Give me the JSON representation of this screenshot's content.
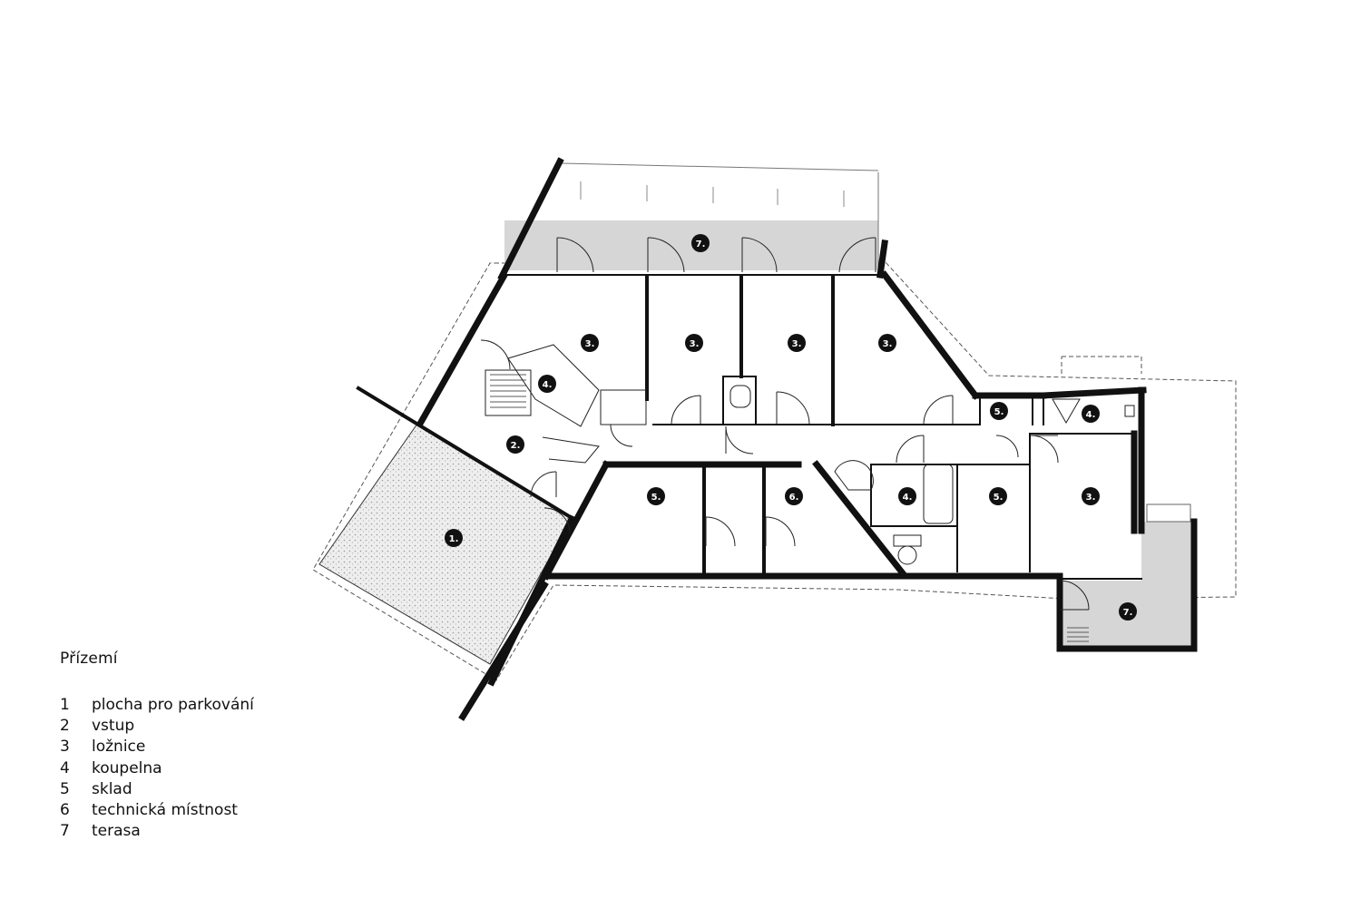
{
  "legend": {
    "title": "Přízemí",
    "items": [
      {
        "num": "1",
        "label": "plocha pro parkování"
      },
      {
        "num": "2",
        "label": "vstup"
      },
      {
        "num": "3",
        "label": "ložnice"
      },
      {
        "num": "4",
        "label": "koupelna"
      },
      {
        "num": "5",
        "label": "sklad"
      },
      {
        "num": "6",
        "label": "technická místnost"
      },
      {
        "num": "7",
        "label": "terasa"
      }
    ]
  },
  "rooms": [
    {
      "id": "terrace-north",
      "label": "7."
    },
    {
      "id": "bedroom-1",
      "label": "3."
    },
    {
      "id": "bedroom-2",
      "label": "3."
    },
    {
      "id": "bedroom-3",
      "label": "3."
    },
    {
      "id": "bedroom-4",
      "label": "3."
    },
    {
      "id": "bathroom-stair",
      "label": "4."
    },
    {
      "id": "entrance",
      "label": "2."
    },
    {
      "id": "storage-east-small",
      "label": "5."
    },
    {
      "id": "bathroom-east",
      "label": "4."
    },
    {
      "id": "parking",
      "label": "1."
    },
    {
      "id": "storage-south-1",
      "label": "5."
    },
    {
      "id": "technical-room",
      "label": "6."
    },
    {
      "id": "bathroom-south",
      "label": "4."
    },
    {
      "id": "storage-south-2",
      "label": "5."
    },
    {
      "id": "bedroom-5",
      "label": "3."
    },
    {
      "id": "terrace-south",
      "label": "7."
    }
  ],
  "colors": {
    "wall": "#111111",
    "terrace_fill": "#d6d6d6",
    "parking_fill": "#e6e6e6",
    "label_circle": "#111111",
    "label_text": "#ffffff"
  }
}
